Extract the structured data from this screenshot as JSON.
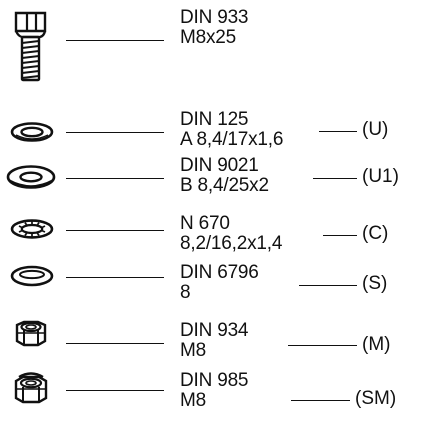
{
  "items": [
    {
      "icon": "hex-bolt-icon",
      "line1": "DIN 933",
      "line2": "M8x25",
      "code": ""
    },
    {
      "icon": "flat-washer-icon",
      "line1": "DIN 125",
      "line2": "A 8,4/17x1,6",
      "code": "(U)"
    },
    {
      "icon": "large-washer-icon",
      "line1": "DIN 9021",
      "line2": "B 8,4/25x2",
      "code": "(U1)"
    },
    {
      "icon": "tooth-lock-washer-icon",
      "line1": "N 670",
      "line2": "8,2/16,2x1,4",
      "code": "(C)"
    },
    {
      "icon": "spring-washer-icon",
      "line1": "DIN 6796",
      "line2": "8",
      "code": "(S)"
    },
    {
      "icon": "hex-nut-icon",
      "line1": "DIN 934",
      "line2": "M8",
      "code": "(M)"
    },
    {
      "icon": "lock-nut-icon",
      "line1": "DIN 985",
      "line2": "M8",
      "code": "(SM)"
    }
  ]
}
